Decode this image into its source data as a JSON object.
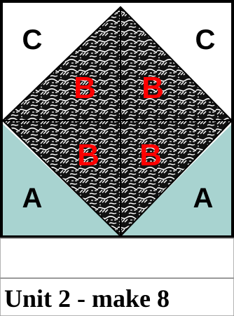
{
  "pieces": {
    "a_left": "A",
    "a_right": "A",
    "b_top_left": "B",
    "b_top_right": "B",
    "b_bottom_left": "B",
    "b_bottom_right": "B",
    "c_left": "C",
    "c_right": "C"
  },
  "caption": "Unit 2 - make 8",
  "colors": {
    "a_fill": "#a8d3d0",
    "b_letter": "#ff0000",
    "c_fill": "#ffffff",
    "print_dark": "#111111",
    "print_light": "#ffffff",
    "outline": "#000000"
  }
}
